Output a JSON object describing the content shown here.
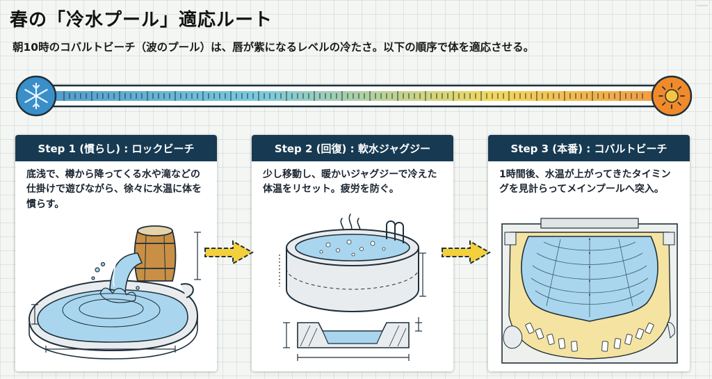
{
  "title": "春の「冷水プール」適応ルート",
  "subtitle": "朝10時のコバルトビーチ（波のプール）は、唇が紫になるレベルの冷たさ。以下の順序で体を適応させる。",
  "thermometer": {
    "cold_icon": "snowflake-icon",
    "warm_icon": "sun-icon",
    "gradient_colors": [
      "#3b8fc4",
      "#6cc3d8",
      "#f1d44a",
      "#f08a2a"
    ]
  },
  "steps": [
    {
      "header": "Step 1 (慣らし) : ロックビーチ",
      "text": "底浅で、樽から降ってくる水や滝などの仕掛けで遊びながら、徐々に水温に体を慣らす。",
      "illustration": "barrel-waterfall-pool-icon"
    },
    {
      "header": "Step 2 (回復) : 軟水ジャグジー",
      "text": "少し移動し、暖かいジャグジーで冷えた体温をリセット。疲労を防ぐ。",
      "illustration": "jacuzzi-icon"
    },
    {
      "header": "Step 3 (本番) : コバルトビーチ",
      "text": "1時間後、水温が上がってきたタイミングを見計らってメインプールへ突入。",
      "illustration": "wave-pool-map-icon"
    }
  ],
  "colors": {
    "header_bg": "#173a52",
    "water": "#a9d6ee",
    "sand": "#f4e3a1",
    "arrow": "#f3d03c"
  }
}
